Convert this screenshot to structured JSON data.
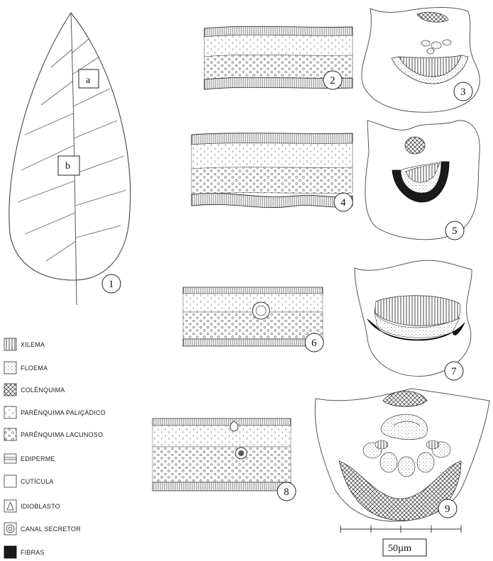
{
  "leaf": {
    "label_a": "a",
    "label_b": "b"
  },
  "figures": [
    "1",
    "2",
    "3",
    "4",
    "5",
    "6",
    "7",
    "8",
    "9"
  ],
  "legend": [
    {
      "label": "XILEMA",
      "icon": "xylem-swatch-icon"
    },
    {
      "label": "FLOEMA",
      "icon": "phloem-swatch-icon"
    },
    {
      "label": "COLÊNQUIMA",
      "icon": "collenchyma-swatch-icon"
    },
    {
      "label": "PARÊNQUIMA PALIÇÁDICO",
      "icon": "palisade-swatch-icon"
    },
    {
      "label": "PARÊNQUIMA LACUNOSO",
      "icon": "spongy-swatch-icon"
    },
    {
      "label": "EDIPERME",
      "icon": "epidermis-swatch-icon"
    },
    {
      "label": "CUTÍCULA",
      "icon": "cuticle-swatch-icon"
    },
    {
      "label": "IDIOBLASTO",
      "icon": "idioblast-swatch-icon"
    },
    {
      "label": "CANAL SECRETOR",
      "icon": "secretory-canal-swatch-icon"
    },
    {
      "label": "FIBRAS",
      "icon": "fibers-swatch-icon"
    }
  ],
  "scale_bar": {
    "label": "50µm"
  }
}
